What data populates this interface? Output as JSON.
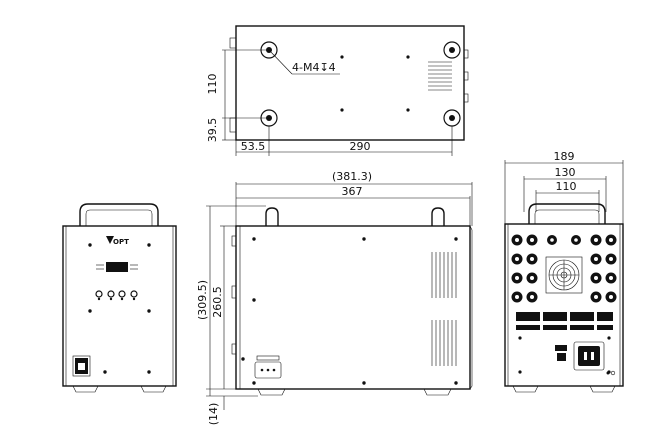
{
  "top_view": {
    "callout": "4-M4↧4",
    "dim_height": "110",
    "dim_offset_y": "39.5",
    "dim_offset_x": "53.5",
    "dim_width": "290"
  },
  "side_view": {
    "dim_overall_length": "(381.3)",
    "dim_body_length": "367",
    "dim_overall_height": "(309.5)",
    "dim_body_height": "260.5",
    "dim_foot_height": "(14)"
  },
  "rear_view": {
    "dim_overall_width": "189",
    "dim_handle_outer": "130",
    "dim_handle_inner": "110"
  },
  "front_view": {
    "logo_text": "OPT"
  }
}
